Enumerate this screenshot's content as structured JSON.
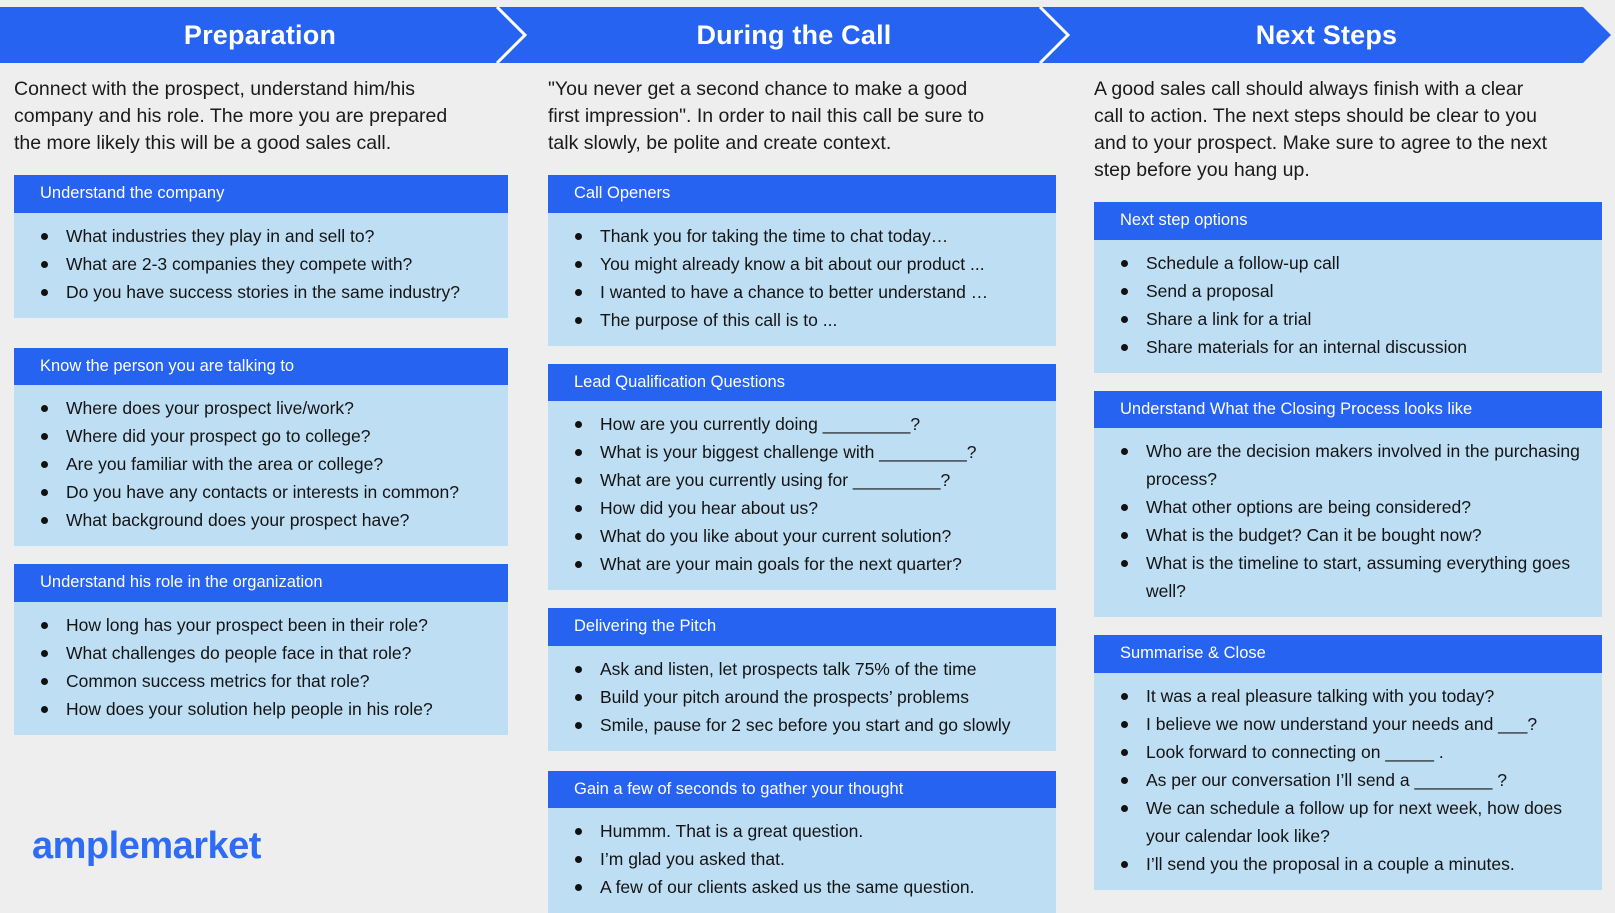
{
  "theme": {
    "header_blue": "#2563F0",
    "card_header_blue": "#2563F0",
    "card_body_blue": "#BEDEF4",
    "page_background": "#EEEEEE",
    "text_color": "#141414",
    "logo_blue": "#2E6CF6"
  },
  "brand": {
    "logo_text": "amplemarket"
  },
  "columns": [
    {
      "header": "Preparation",
      "intro": "Connect with the prospect, understand him/his company and his role. The more you are prepared the more likely this will be a good sales call.",
      "cards": [
        {
          "title": "Understand the company",
          "items": [
            "What industries they play in and sell to?",
            "What are 2-3 companies they compete with?",
            "Do you have success stories in the same industry?"
          ]
        },
        {
          "title": "Know the person you are talking to",
          "items": [
            "Where does your prospect live/work?",
            "Where did your prospect go to college?",
            "Are you familiar with the area or college?",
            "Do you have any contacts or interests in common?",
            "What background does your prospect have?"
          ]
        },
        {
          "title": "Understand his role in the organization",
          "items": [
            "How long has your prospect been in their role?",
            "What challenges do people face in that role?",
            "Common success metrics for that role?",
            "How does your solution help people in his role?"
          ]
        }
      ]
    },
    {
      "header": "During the Call",
      "intro": "\"You never get a second chance to make a good first impression\". In order to nail this call be sure to talk slowly, be polite and create context.",
      "cards": [
        {
          "title": "Call Openers",
          "items": [
            "Thank you for taking the time to chat today…",
            "You might already know a bit about our product ...",
            "I wanted to have a chance to better understand …",
            "The purpose of this call is to ..."
          ]
        },
        {
          "title": "Lead Qualification Questions",
          "items": [
            "How are you currently doing _________?",
            "What is your biggest challenge with _________?",
            "What are you currently using for _________?",
            "How did you hear about us?",
            "What do you like about your current solution?",
            "What are your main goals for the next quarter?"
          ]
        },
        {
          "title": "Delivering the Pitch",
          "items": [
            "Ask and listen, let prospects talk 75% of the time",
            "Build your pitch around the prospects’ problems",
            "Smile, pause for 2 sec before you start and go slowly"
          ]
        },
        {
          "title": "Gain a few of seconds to gather your thought",
          "items": [
            "Hummm. That is a great question.",
            "I’m glad you asked that.",
            "A few of our clients asked us the same question."
          ]
        }
      ]
    },
    {
      "header": "Next Steps",
      "intro": "A good sales call should always finish with a clear call to action. The next steps should be clear to you and to your prospect. Make sure to agree to the next step before you hang up.",
      "cards": [
        {
          "title": "Next step options",
          "items": [
            "Schedule a follow-up call",
            "Send a proposal",
            "Share a link for a trial",
            "Share materials for an internal discussion"
          ]
        },
        {
          "title": "Understand What the Closing Process looks like",
          "items": [
            "Who are the decision makers involved in the purchasing process?",
            "What other options are being considered?",
            "What is the budget? Can it be bought now?",
            "What is the timeline to start, assuming everything goes well?"
          ]
        },
        {
          "title": "Summarise & Close",
          "items": [
            "It was a real pleasure talking with you today?",
            "I believe we now understand your needs and ___?",
            "Look forward to connecting on _____ .",
            "As per our conversation I’ll send a ________ ?",
            "We can schedule a follow up for next week, how does your calendar look like?",
            "I’ll send you the proposal in a couple a minutes."
          ]
        }
      ]
    }
  ]
}
